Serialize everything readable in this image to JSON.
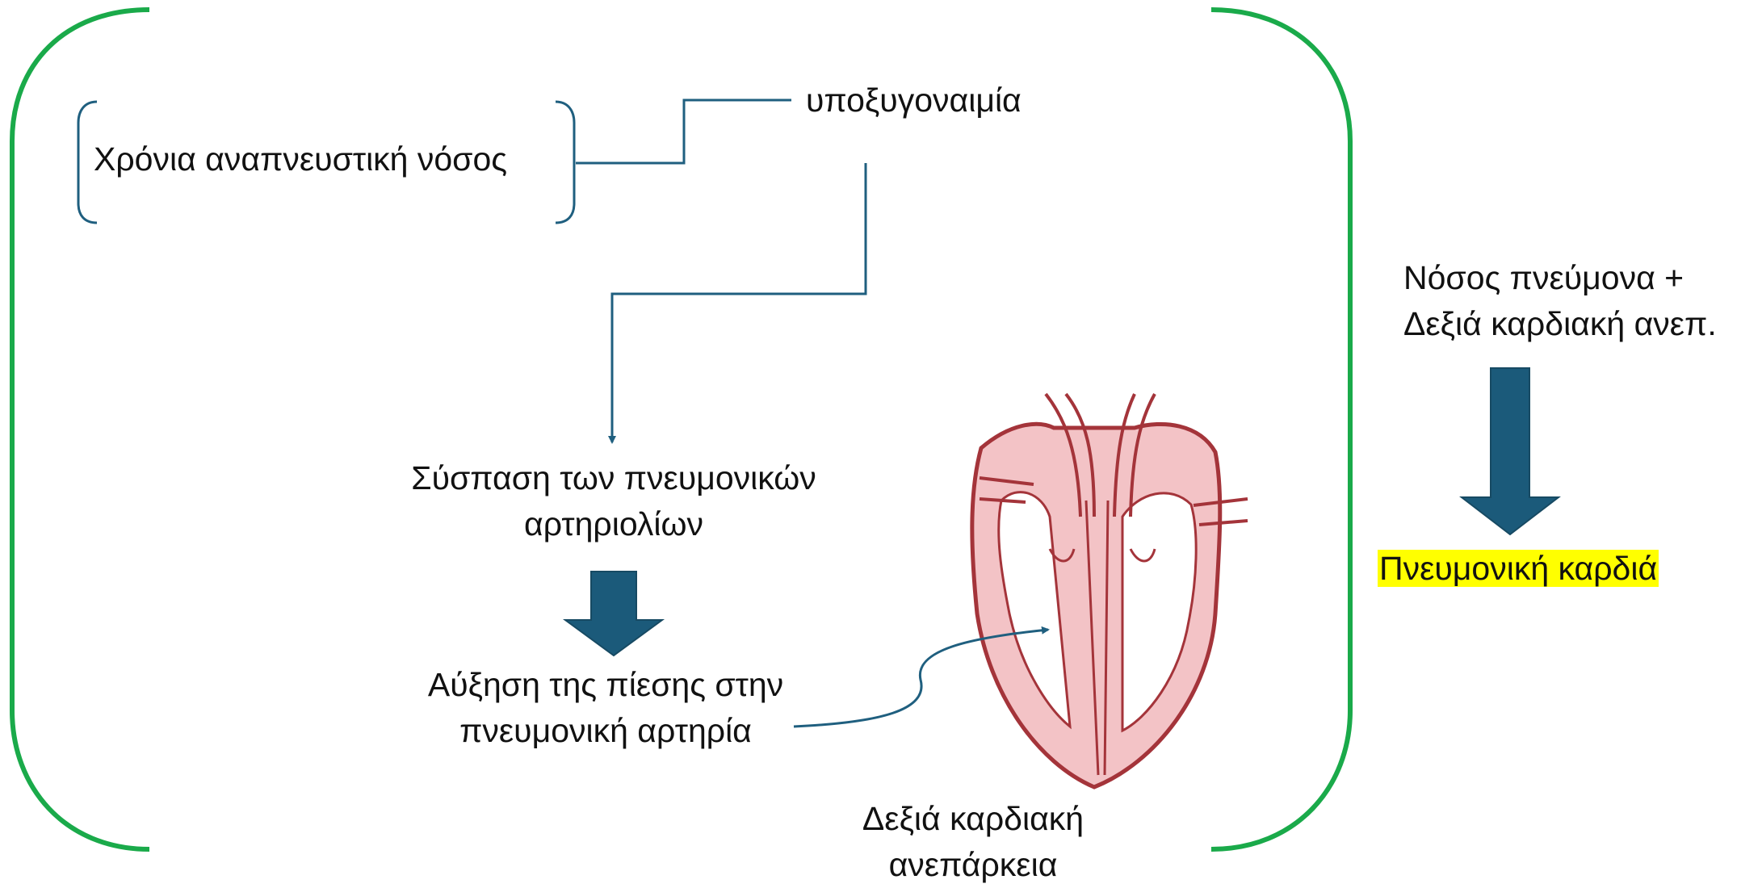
{
  "labels": {
    "chronic_disease": "Χρόνια αναπνευστική νόσος",
    "hypoxemia": "υποξυγοναιμία",
    "constriction_line1": "Σύσπαση των πνευμονικών",
    "constriction_line2": "αρτηριολίων",
    "pressure_line1": "Αύξηση της πίεσης στην",
    "pressure_line2": "πνευμονική αρτηρία",
    "rhf_line1": "Δεξιά καρδιακή",
    "rhf_line2": "ανεπάρκεια",
    "summary_line1": "Νόσος πνεύμονα +",
    "summary_line2": "Δεξιά καρδιακή ανεπ.",
    "result": "Πνευμονική καρδιά"
  },
  "icons": {
    "heart": "heart-cross-section-icon",
    "arrow_down": "block-arrow-down-icon"
  },
  "colors": {
    "outer_bracket": "#1aaa4a",
    "connector": "#1f5f7f",
    "block_arrow": "#1b5a7a",
    "heart_outline": "#a4343a",
    "heart_fill": "#f3c3c6",
    "highlight": "#ffff00"
  }
}
